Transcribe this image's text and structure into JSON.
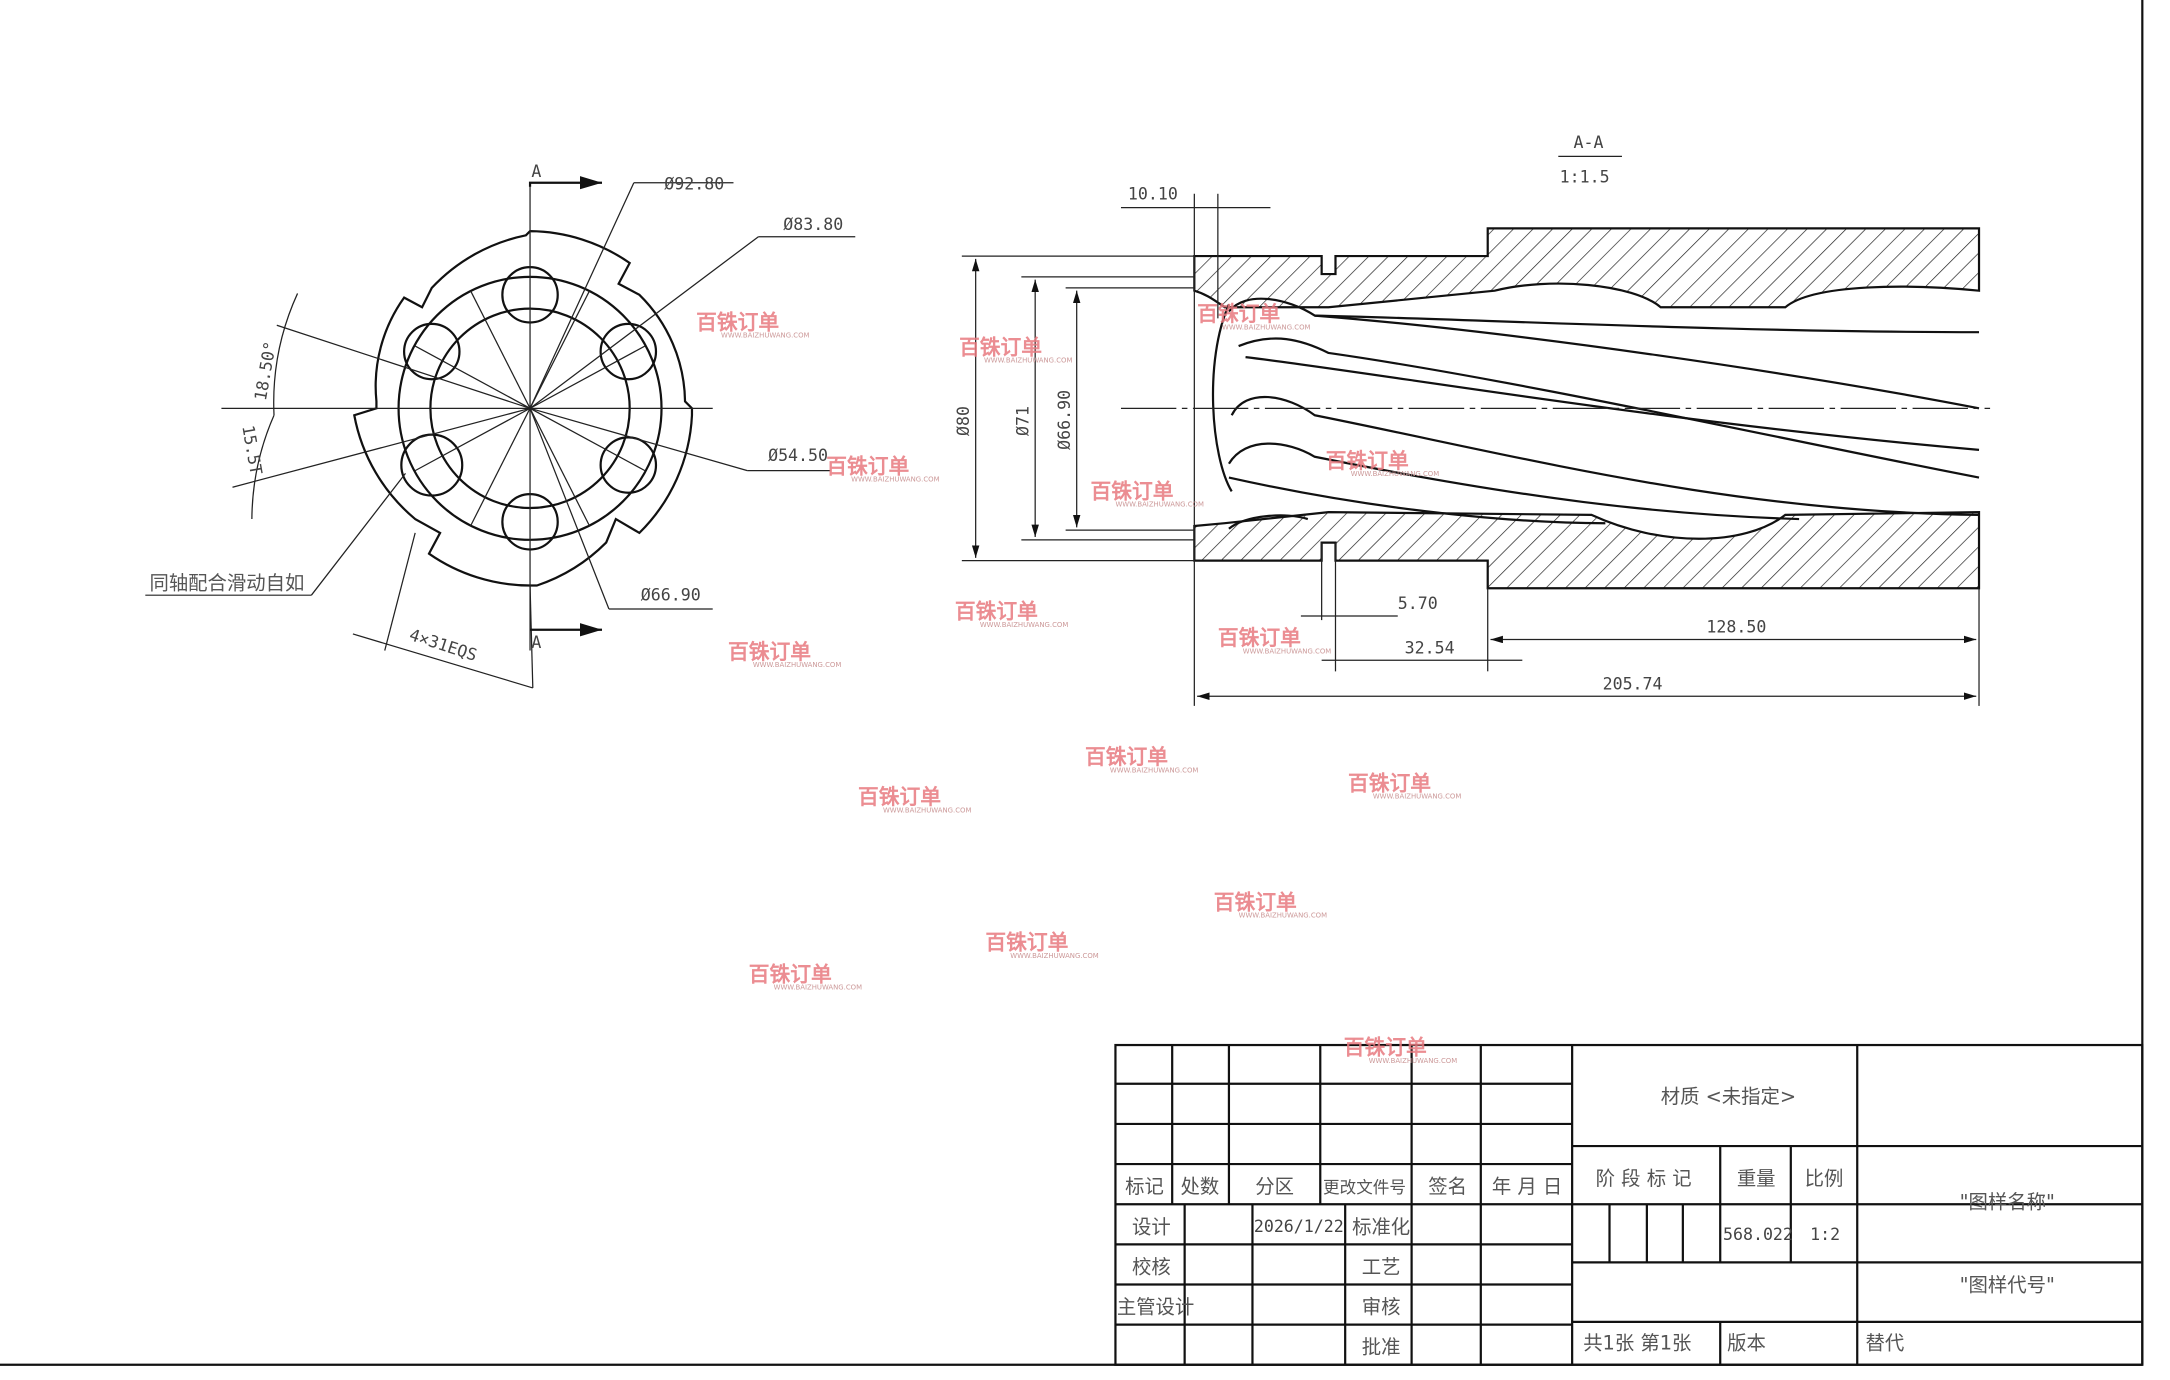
{
  "left_view": {
    "section_mark_top": "A",
    "section_mark_bottom": "A",
    "dims": {
      "d1": "Ø92.80",
      "d2": "Ø83.80",
      "d3": "Ø54.50",
      "d4": "Ø66.90",
      "angle1": "18.50°",
      "angle2": "15.5T",
      "slots": "4×31EQS"
    },
    "note": "同轴配合滑动自如"
  },
  "section_view": {
    "title": "A-A",
    "scale": "1:1.5",
    "dims": {
      "w1": "10.10",
      "dia80": "Ø80",
      "dia71": "Ø71",
      "dia669": "Ø66.90",
      "groove": "5.70",
      "l1": "32.54",
      "l2": "128.50",
      "total": "205.74"
    }
  },
  "title_block": {
    "material": "材质 <未指定>",
    "headers": [
      "标记",
      "处数",
      "分区",
      "更改文件号",
      "签名",
      "年 月 日"
    ],
    "design": "设计",
    "date": "2026/1/22",
    "standard": "标准化",
    "check": "校核",
    "process": "工艺",
    "chief": "主管设计",
    "review": "审核",
    "approve": "批准",
    "stage": "阶 段 标 记",
    "weight_label": "重量",
    "scale_label": "比例",
    "weight": "568.022",
    "scale": "1:2",
    "sheets": "共1张  第1张",
    "version": "版本",
    "replace": "替代",
    "drawing_name": "\"图样名称\"",
    "drawing_code": "\"图样代号\""
  },
  "watermark": {
    "brand": "百铢订单",
    "url": "WWW.BAIZHUWANG.COM"
  }
}
